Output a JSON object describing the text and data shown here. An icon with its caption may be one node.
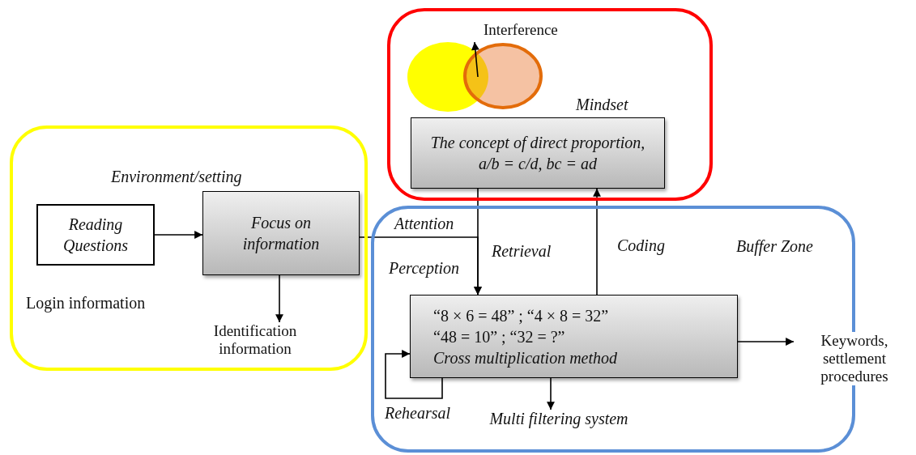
{
  "diagram": {
    "nodes": [
      {
        "text": [],
        "shape": "box"
      },
      {
        "text": [
          "Reading Questions"
        ],
        "in": 0
      },
      {
        "text": [
          "Focus on information"
        ],
        "in": 0
      },
      {
        "text": [
          "Identification information"
        ],
        "in": 0
      },
      {
        "text": [],
        "shape": "box"
      },
      {
        "text": [
          "Interference"
        ],
        "in": 4
      },
      {
        "text": [
          "The concept of direct proportion, a/b = c/d, bc = ad"
        ],
        "in": 4,
        "beside": [
          "Mindset"
        ]
      },
      {
        "text": [
          "Buffer Zone"
        ]
      },
      {
        "text": [
          "“8 × 6 = 48” ; “4 × 8 = 32”",
          "“48 = 10” ; “32 = ?”",
          "Cross multiplication method"
        ],
        "in": 7
      },
      {
        "text": [
          "Keywords, settlement procedures"
        ]
      },
      {
        "text": [
          "Multi filtering system"
        ],
        "in": 7
      }
    ],
    "edges": [
      {
        "from": 1,
        "to": 2,
        "arrow": "to"
      },
      {
        "from": 2,
        "to": 3,
        "arrow": "to"
      },
      {
        "from": null,
        "to": 5,
        "arrow": "to"
      },
      {
        "from": 2,
        "to": 8,
        "arrow": "to",
        "label": "Attention"
      },
      {
        "from": 6,
        "to": 8,
        "arrow": "to",
        "label": "Retrieval"
      },
      {
        "from": 8,
        "to": 6,
        "arrow": "to",
        "label": "Coding"
      },
      {
        "from": 8,
        "to": 8,
        "arrow": "to",
        "label": "Rehearsal"
      },
      {
        "from": 8,
        "to": 9,
        "arrow": "to"
      },
      {
        "from": 8,
        "to": 10,
        "arrow": "to"
      }
    ],
    "labels": [
      "Environment/setting",
      "Login information",
      "Perception"
    ]
  }
}
